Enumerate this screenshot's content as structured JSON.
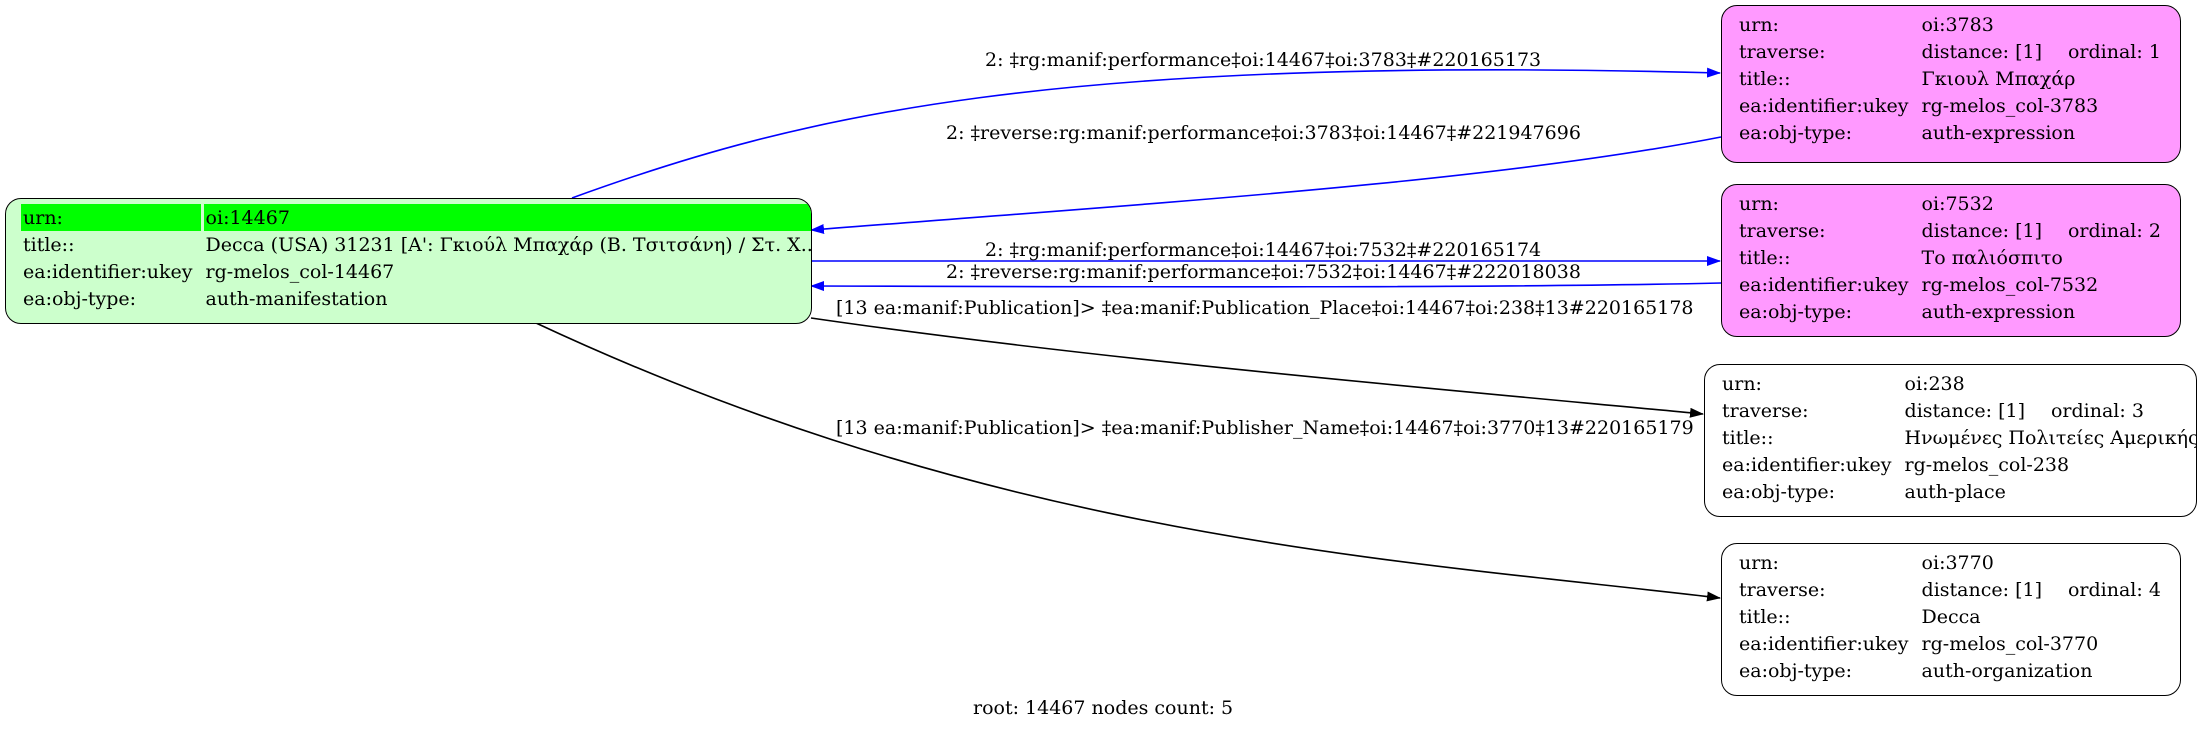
{
  "root_node": {
    "rows": [
      {
        "key": "urn:",
        "value": "oi:14467"
      },
      {
        "key": "title::",
        "value": "Decca (USA) 31231 [Α': Γκιούλ Μπαχάρ (Β. Τσιτσάνη) / Στ. Χ..."
      },
      {
        "key": "ea:identifier:ukey",
        "value": "rg-melos_col-14467"
      },
      {
        "key": "ea:obj-type:",
        "value": "auth-manifestation"
      }
    ]
  },
  "nodes": [
    {
      "urn": "oi:3783",
      "distance": "distance: [1]",
      "ordinal": "ordinal: 1",
      "title": "Γκιουλ Μπαχάρ",
      "ukey": "rg-melos_col-3783",
      "objtype": "auth-expression"
    },
    {
      "urn": "oi:7532",
      "distance": "distance: [1]",
      "ordinal": "ordinal: 2",
      "title": "Το παλιόσπιτο",
      "ukey": "rg-melos_col-7532",
      "objtype": "auth-expression"
    },
    {
      "urn": "oi:238",
      "distance": "distance: [1]",
      "ordinal": "ordinal: 3",
      "title": "Ηνωμένες Πολιτείες Αμερικής",
      "ukey": "rg-melos_col-238",
      "objtype": "auth-place"
    },
    {
      "urn": "oi:3770",
      "distance": "distance: [1]",
      "ordinal": "ordinal: 4",
      "title": "Decca",
      "ukey": "rg-melos_col-3770",
      "objtype": "auth-organization"
    }
  ],
  "node_keys": {
    "urn": "urn:",
    "traverse": "traverse:",
    "title": "title::",
    "ukey": "ea:identifier:ukey",
    "objtype": "ea:obj-type:"
  },
  "edges": [
    {
      "label": "2: ‡rg:manif:performance‡oi:14467‡oi:3783‡#220165173",
      "color": "#0000ff"
    },
    {
      "label": "2: ‡reverse:rg:manif:performance‡oi:3783‡oi:14467‡#221947696",
      "color": "#0000ff"
    },
    {
      "label": "2: ‡rg:manif:performance‡oi:14467‡oi:7532‡#220165174",
      "color": "#0000ff"
    },
    {
      "label": "2: ‡reverse:rg:manif:performance‡oi:7532‡oi:14467‡#222018038",
      "color": "#0000ff"
    },
    {
      "label": "[13 ea:manif:Publication]> ‡ea:manif:Publication_Place‡oi:14467‡oi:238‡13#220165178",
      "color": "#000000"
    },
    {
      "label": "[13 ea:manif:Publication]> ‡ea:manif:Publisher_Name‡oi:14467‡oi:3770‡13#220165179",
      "color": "#000000"
    }
  ],
  "colors": {
    "root_fill": "#ccffcc",
    "root_highlight": "#00ff00",
    "expression_fill": "#ff99ff",
    "edge_blue": "#0000ff",
    "edge_black": "#000000"
  },
  "footer": "root: 14467 nodes count: 5"
}
